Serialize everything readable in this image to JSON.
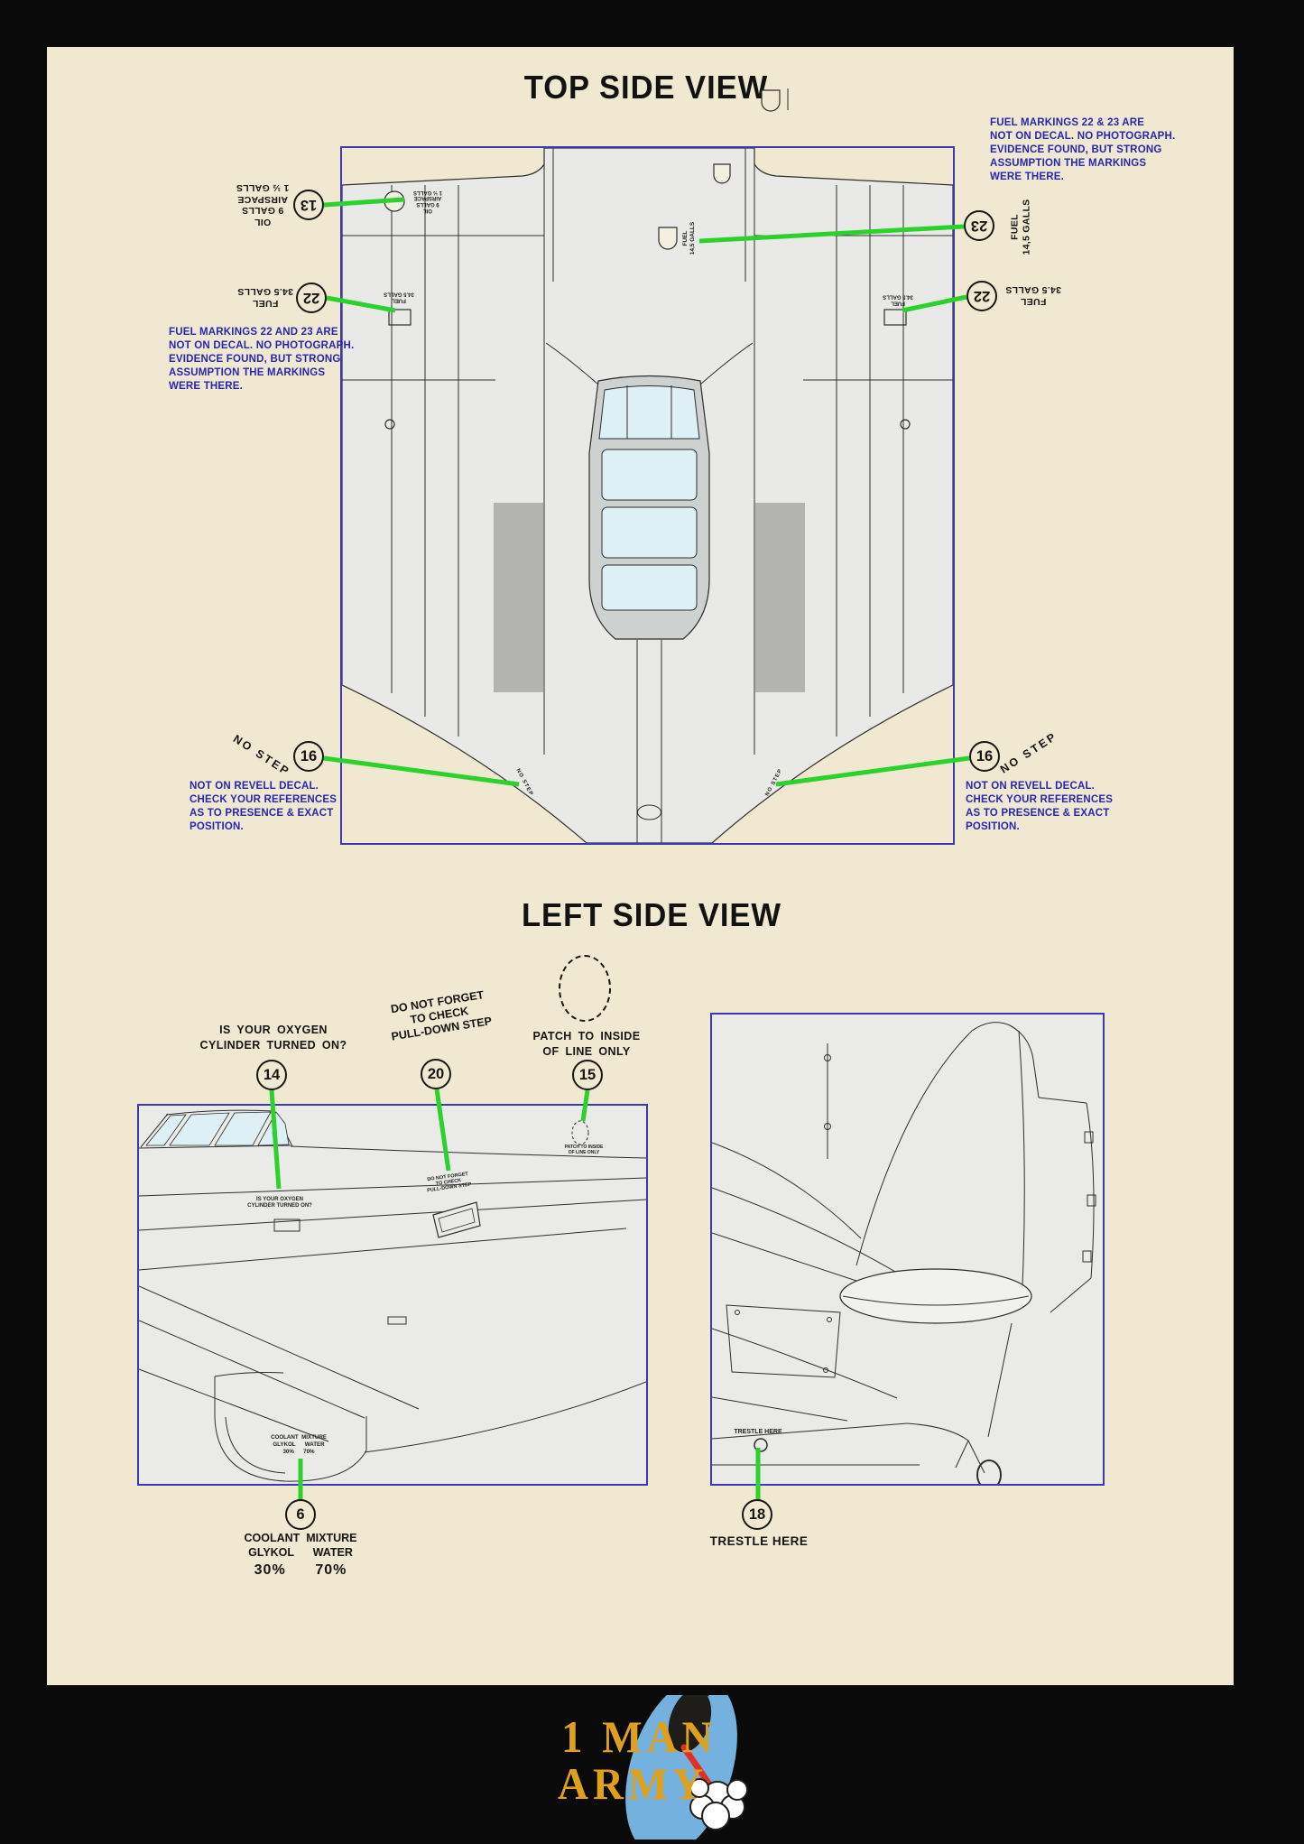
{
  "titles": {
    "top_view": "TOP SIDE VIEW",
    "left_view": "LEFT SIDE VIEW"
  },
  "notes": {
    "fuel_right": "FUEL MARKINGS 22 & 23 ARE\nNOT ON DECAL. NO PHOTOGRAPH.\nEVIDENCE FOUND, BUT STRONG\nASSUMPTION THE MARKINGS\nWERE THERE.",
    "fuel_left": "FUEL MARKINGS 22 AND 23 ARE\nNOT ON DECAL. NO PHOTOGRAPH.\nEVIDENCE FOUND, BUT STRONG\nASSUMPTION THE MARKINGS\nWERE THERE.",
    "no_step": "NOT ON REVELL DECAL.\nCHECK YOUR REFERENCES\nAS TO PRESENCE & EXACT\nPOSITION."
  },
  "callouts": {
    "c13": {
      "num": "13",
      "label": "OIL\n9 GALLS\nAIRSPACE\n1 ½ GALLS"
    },
    "c22": {
      "num": "22",
      "label": "FUEL\n34.5 GALLS"
    },
    "c23": {
      "num": "23",
      "label": "FUEL\n14,5 GALLS"
    },
    "c16": {
      "num": "16",
      "label": "NO STEP"
    },
    "c14": {
      "num": "14",
      "label": "IS YOUR OXYGEN\nCYLINDER TURNED ON?"
    },
    "c20": {
      "num": "20",
      "label": "DO NOT FORGET\nTO CHECK\nPULL-DOWN STEP"
    },
    "c15": {
      "num": "15",
      "label": "PATCH TO INSIDE\nOF LINE ONLY"
    },
    "c6": {
      "num": "6",
      "label": "COOLANT  MIXTURE\nGLYKOL      WATER",
      "values": "30%      70%"
    },
    "c18": {
      "num": "18",
      "label": "TRESTLE HERE"
    }
  },
  "logo": {
    "line1": "1 MAN",
    "line2": "ARMY"
  },
  "colors": {
    "paper": "#f0e8d0",
    "accent_green": "#2bd22b",
    "note_blue": "#2726b4",
    "frame_blue": "#3a3aae",
    "logo_gold": "#dfa11c",
    "logo_sky": "#74b1de"
  }
}
